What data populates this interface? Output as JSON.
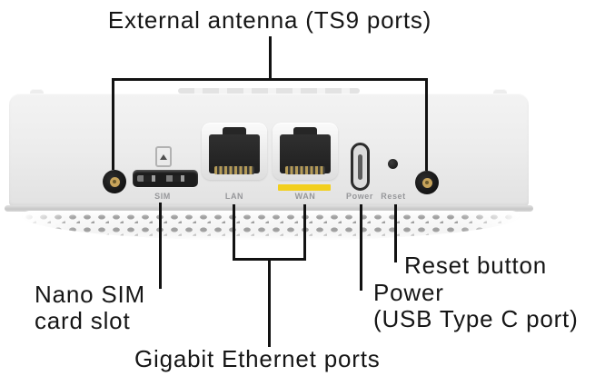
{
  "figure": {
    "callouts": {
      "external_antenna": "External antenna (TS9 ports)",
      "nano_sim": [
        "Nano SIM",
        "card slot"
      ],
      "gigabit_ethernet": "Gigabit Ethernet ports",
      "power": [
        "Power",
        "(USB Type C port)"
      ],
      "reset": "Reset button"
    },
    "device_labels": {
      "sim": "SIM",
      "lan": "LAN",
      "wan": "WAN",
      "power": "Power",
      "reset": "Reset"
    },
    "colors": {
      "wan_accent_yellow": "#f2cf1d",
      "antenna_gold": "#c8a45b",
      "device_label_gray": "#96979a",
      "callout_line_black": "#121212"
    }
  }
}
